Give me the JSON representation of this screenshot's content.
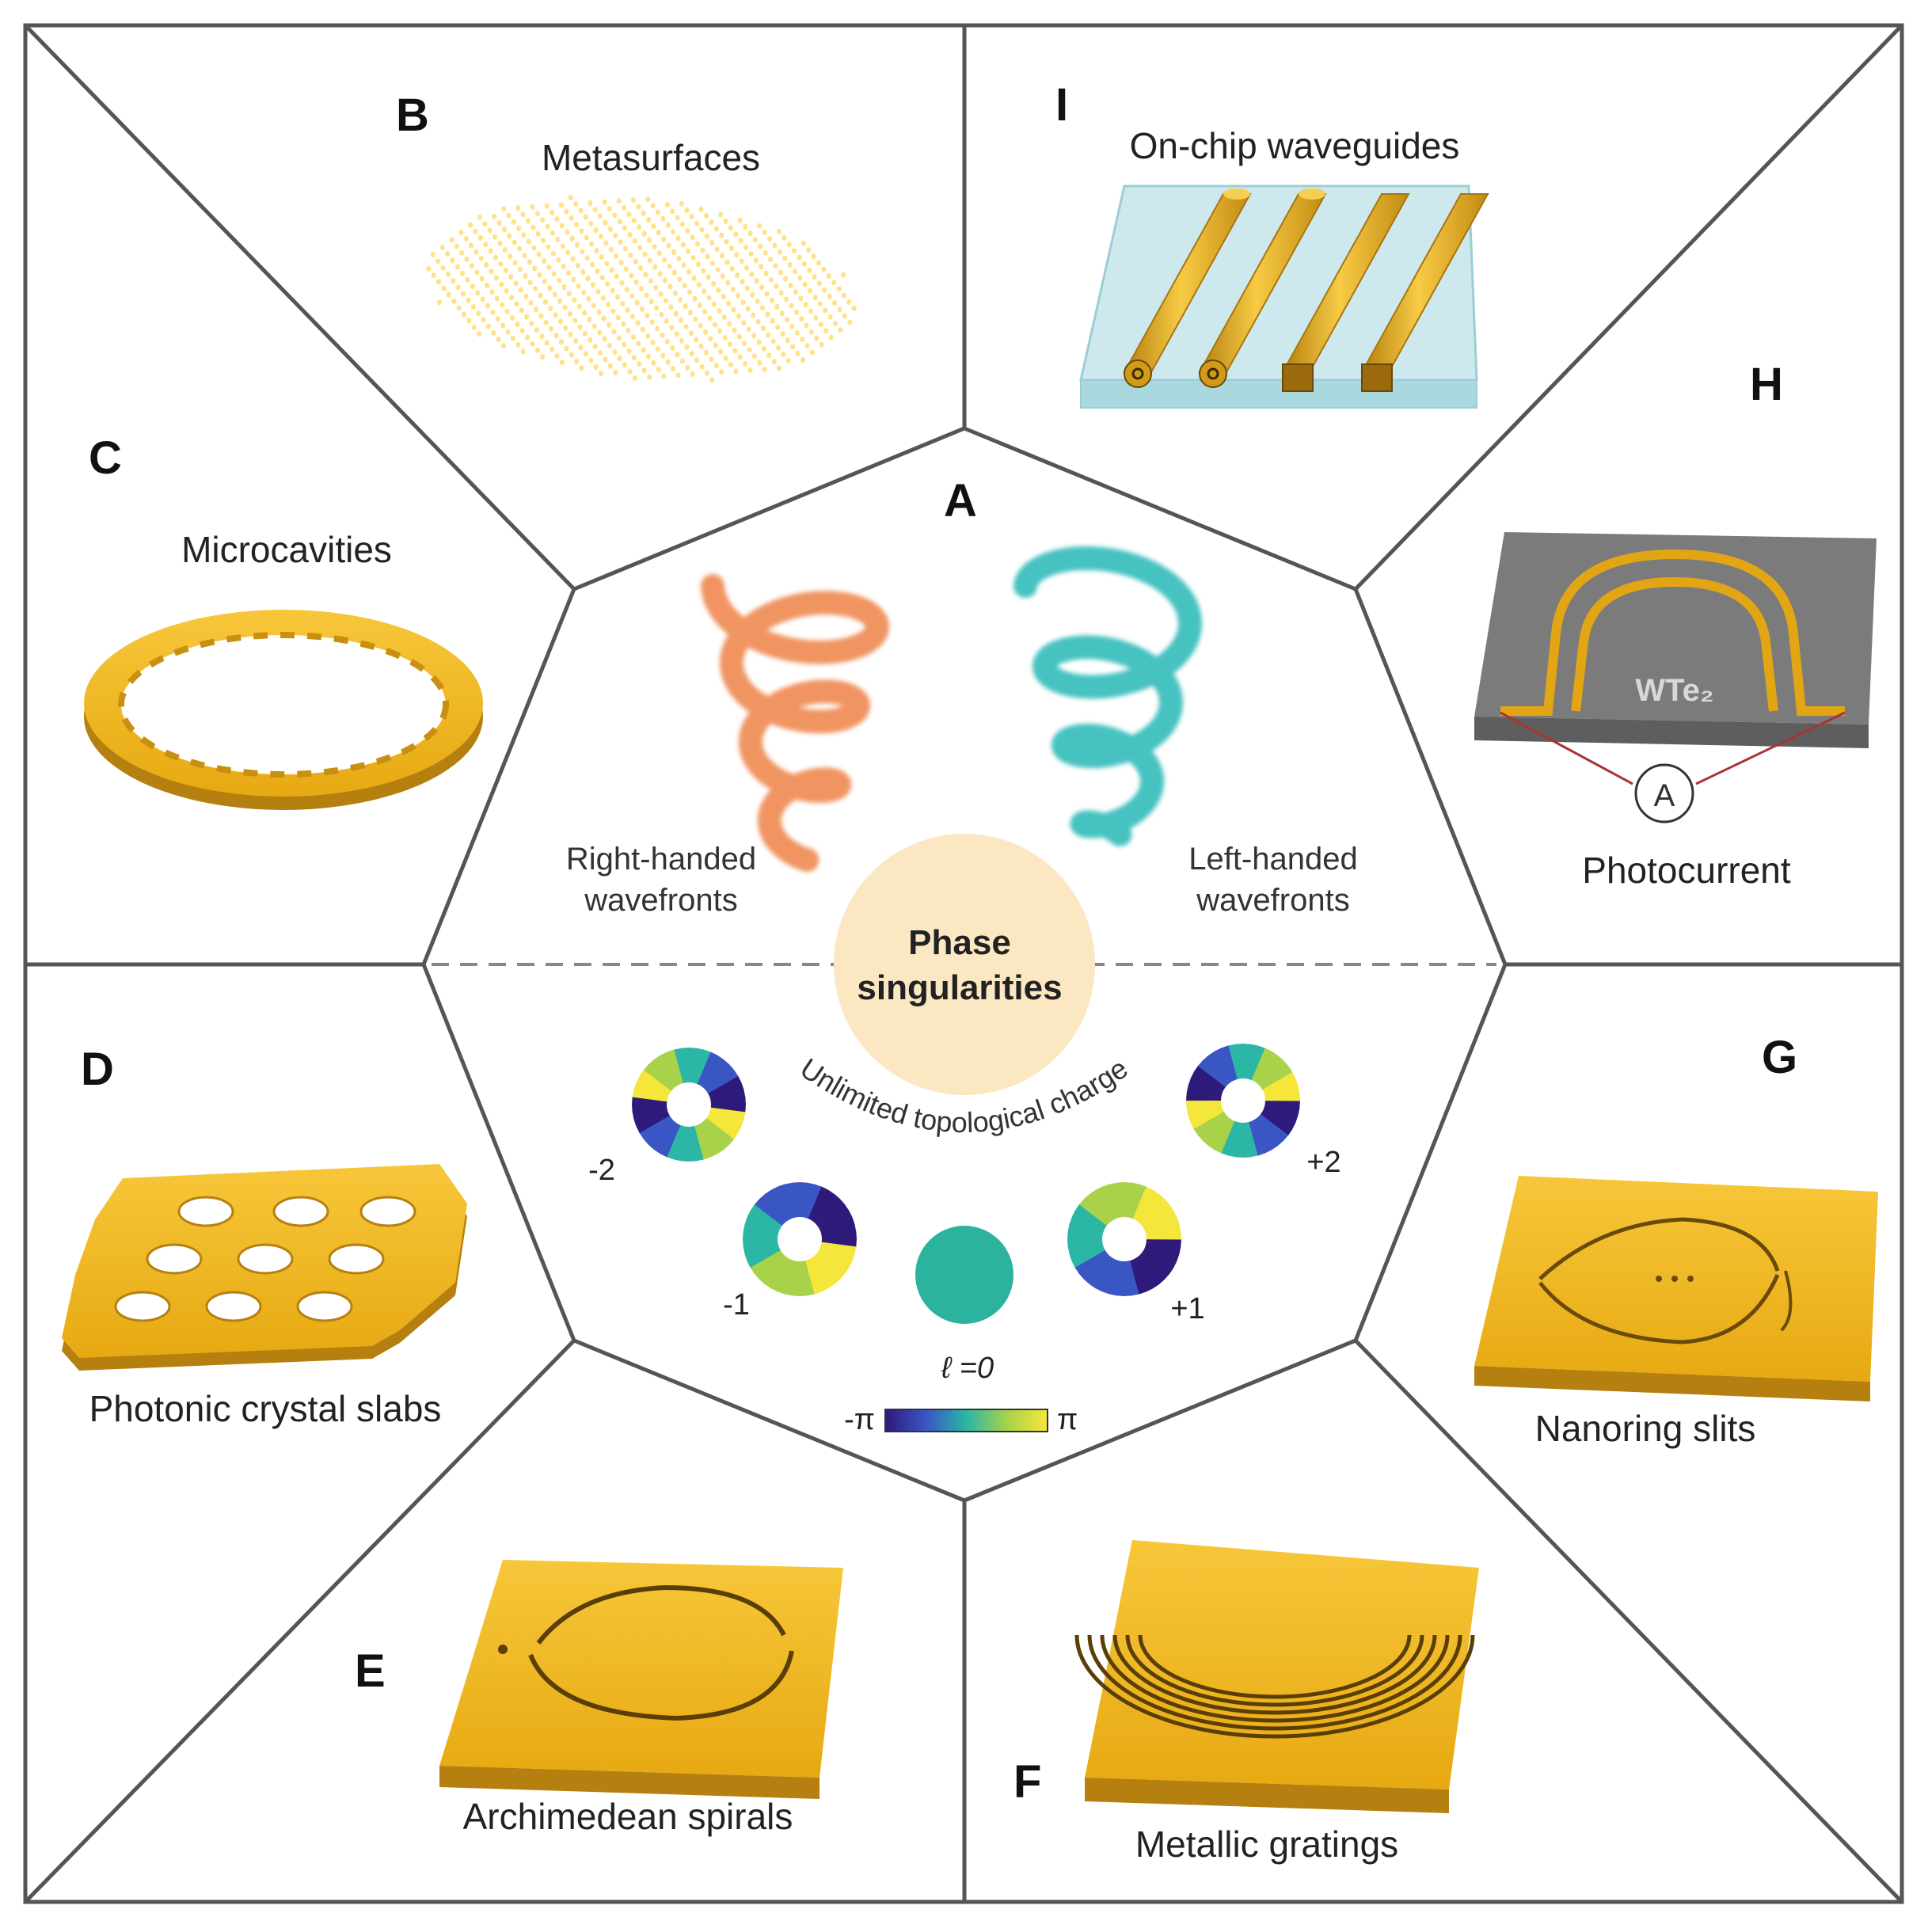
{
  "center": {
    "letter": "A",
    "title_line1": "Phase",
    "title_line2": "singularities",
    "right_handed_line1": "Right-handed",
    "right_handed_line2": "wavefronts",
    "left_handed_line1": "Left-handed",
    "left_handed_line2": "wavefronts",
    "arc_text": "Unlimited topological charge",
    "charges": [
      "-2",
      "-1",
      "ℓ =0",
      "+1",
      "+2"
    ],
    "colorbar_min": "-π",
    "colorbar_max": "π"
  },
  "panels": {
    "B": {
      "letter": "B",
      "title": "Metasurfaces"
    },
    "I": {
      "letter": "I",
      "title": "On-chip waveguides"
    },
    "C": {
      "letter": "C",
      "title": "Microcavities"
    },
    "H": {
      "letter": "H",
      "title": "Photocurrent",
      "material": "WTe₂",
      "meter": "A"
    },
    "D": {
      "letter": "D",
      "title": "Photonic crystal slabs"
    },
    "G": {
      "letter": "G",
      "title": "Nanoring slits"
    },
    "E": {
      "letter": "E",
      "title": "Archimedean spirals"
    },
    "F": {
      "letter": "F",
      "title": "Metallic gratings"
    }
  },
  "colors": {
    "gold": "#f2b81d",
    "gold_dark": "#b57f0d",
    "orange_spiral": "#f0905a",
    "teal_spiral": "#3ebfbd",
    "center_disc": "#fbe8c3",
    "frame": "#555555",
    "glass": "#bfe6ea",
    "chip": "#7a7a7a"
  }
}
